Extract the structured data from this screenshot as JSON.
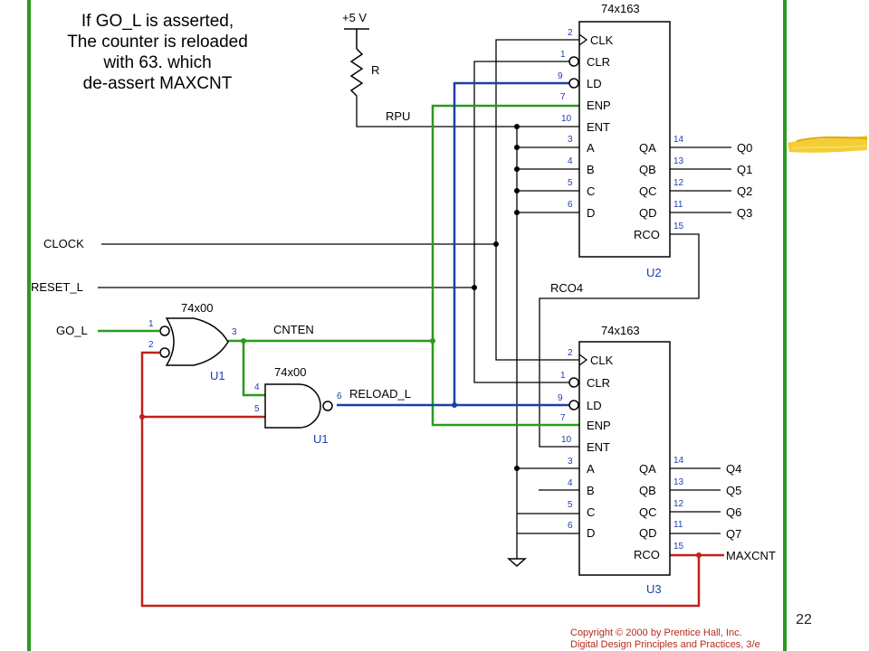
{
  "slide": {
    "caption_lines": [
      "If GO_L is asserted,",
      "The counter is reloaded",
      "with 63. which",
      "de-assert MAXCNT"
    ],
    "page_number": "22",
    "copyright_lines": [
      "Copyright © 2000 by Prentice Hall, Inc.",
      "Digital Design Principles and Practices, 3/e"
    ],
    "colors": {
      "frame_green": "#2a9a1e",
      "wire_green": "#2a9a1e",
      "wire_blue": "#1c3ea6",
      "wire_red": "#c0201c",
      "brush_yellow": "#f2c81e",
      "pin_blue": "#1f3fb0"
    }
  },
  "schematic": {
    "supply": {
      "label": "+5 V",
      "resistor_label": "R",
      "net_label": "RPU"
    },
    "nets": {
      "clock": "CLOCK",
      "reset": "RESET_L",
      "go": "GO_L",
      "cnten": "CNTEN",
      "reload": "RELOAD_L",
      "rco4": "RCO4",
      "maxcnt": "MAXCNT"
    },
    "counters": [
      {
        "part": "74x163",
        "ref": "U2",
        "inputs": [
          {
            "pin": "2",
            "name": "CLK"
          },
          {
            "pin": "1",
            "name": "CLR"
          },
          {
            "pin": "9",
            "name": "LD"
          },
          {
            "pin": "7",
            "name": "ENP"
          },
          {
            "pin": "10",
            "name": "ENT"
          },
          {
            "pin": "3",
            "name": "A"
          },
          {
            "pin": "4",
            "name": "B"
          },
          {
            "pin": "5",
            "name": "C"
          },
          {
            "pin": "6",
            "name": "D"
          }
        ],
        "outputs": [
          {
            "pin": "14",
            "name": "QA",
            "net": "Q0"
          },
          {
            "pin": "13",
            "name": "QB",
            "net": "Q1"
          },
          {
            "pin": "12",
            "name": "QC",
            "net": "Q2"
          },
          {
            "pin": "11",
            "name": "QD",
            "net": "Q3"
          },
          {
            "pin": "15",
            "name": "RCO",
            "net": ""
          }
        ]
      },
      {
        "part": "74x163",
        "ref": "U3",
        "inputs": [
          {
            "pin": "2",
            "name": "CLK"
          },
          {
            "pin": "1",
            "name": "CLR"
          },
          {
            "pin": "9",
            "name": "LD"
          },
          {
            "pin": "7",
            "name": "ENP"
          },
          {
            "pin": "10",
            "name": "ENT"
          },
          {
            "pin": "3",
            "name": "A"
          },
          {
            "pin": "4",
            "name": "B"
          },
          {
            "pin": "5",
            "name": "C"
          },
          {
            "pin": "6",
            "name": "D"
          }
        ],
        "outputs": [
          {
            "pin": "14",
            "name": "QA",
            "net": "Q4"
          },
          {
            "pin": "13",
            "name": "QB",
            "net": "Q5"
          },
          {
            "pin": "12",
            "name": "QC",
            "net": "Q6"
          },
          {
            "pin": "11",
            "name": "QD",
            "net": "Q7"
          },
          {
            "pin": "15",
            "name": "RCO",
            "net": "MAXCNT"
          }
        ]
      }
    ],
    "gates": [
      {
        "part": "74x00",
        "ref": "U1",
        "pin_in_a": "1",
        "pin_in_b": "2",
        "pin_out": "3"
      },
      {
        "part": "74x00",
        "ref": "U1",
        "pin_in_a": "4",
        "pin_in_b": "5",
        "pin_out": "6"
      }
    ]
  }
}
